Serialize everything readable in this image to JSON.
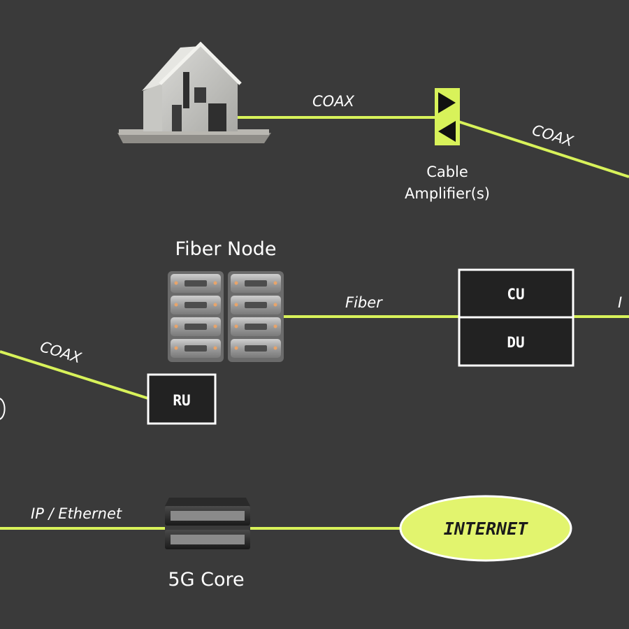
{
  "colors": {
    "background": "#3a3a3a",
    "link": "#d8f25a",
    "box_fill": "#222222",
    "box_border": "#ffffff",
    "internet_fill": "#e2f46e",
    "text": "#ffffff"
  },
  "labels": {
    "coax_top": "COAX",
    "coax_right": "COAX",
    "coax_left": "COAX",
    "fiber": "Fiber",
    "ip_partial": "I",
    "ip_ethernet": "IP / Ethernet",
    "amplifier_line1": "Cable",
    "amplifier_line2": "Amplifier(s)",
    "fiber_node": "Fiber Node",
    "cu": "CU",
    "du": "DU",
    "ru": "RU",
    "internet": "INTERNET",
    "core": "5G Core"
  },
  "icons": {
    "house": "house-icon",
    "amplifier": "amplifier-icon",
    "fiber_node": "server-rack-icon",
    "core": "server-icon"
  }
}
